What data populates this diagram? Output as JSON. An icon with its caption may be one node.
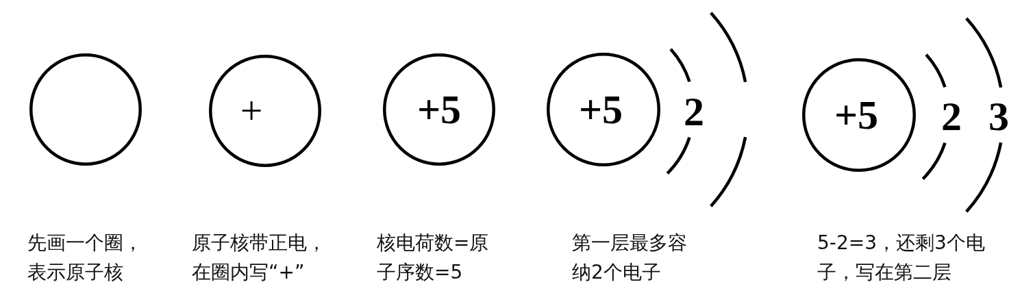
{
  "diagram": {
    "nodes": [
      {
        "text": [],
        "shape": "circle",
        "beside": [
          "先画一个圈，表示原子核"
        ]
      },
      {
        "text": [
          "+"
        ],
        "beside": [
          "原子核带正电，在圈内写“+”"
        ]
      },
      {
        "text": [
          "+5"
        ],
        "beside": [
          "核电荷数=原子序数=5"
        ]
      },
      {
        "text": [
          "+5"
        ],
        "beside": [
          "2",
          "第一层最多容纳2个电子"
        ]
      },
      {
        "text": [
          "+5"
        ],
        "beside": [
          "2",
          "3",
          "5-2=3，还剩3个电子，写在第二层"
        ]
      }
    ]
  }
}
